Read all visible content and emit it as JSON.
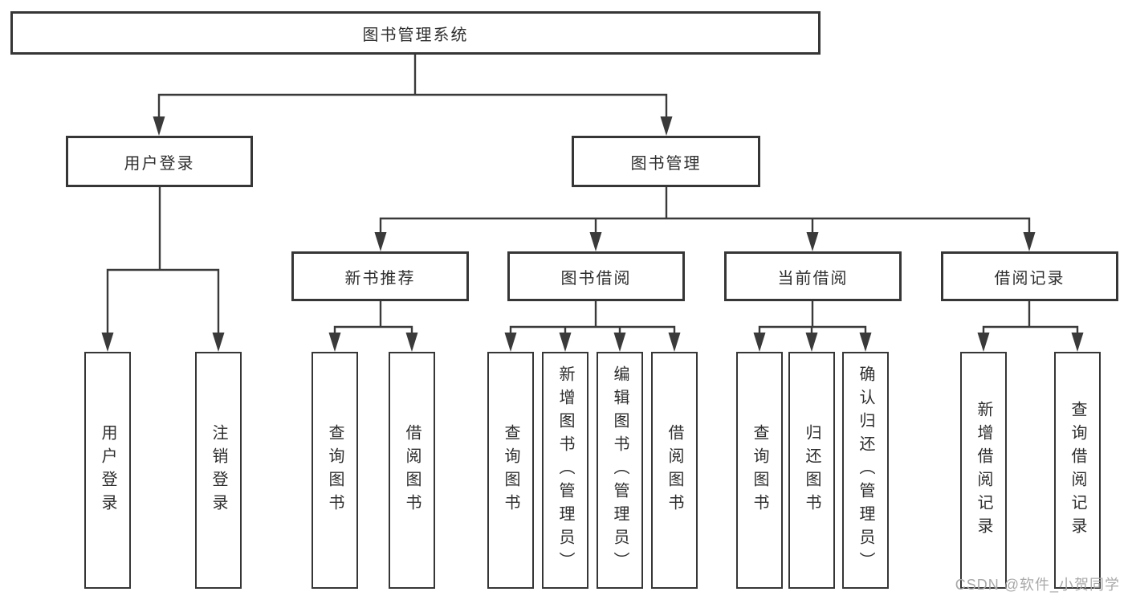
{
  "diagram": {
    "root": {
      "label": "图书管理系统"
    },
    "user_login": {
      "label": "用户登录",
      "children": [
        "用户登录",
        "注销登录"
      ]
    },
    "book_management": {
      "label": "图书管理"
    },
    "new_books": {
      "label": "新书推荐",
      "children": [
        "查询图书",
        "借阅图书"
      ]
    },
    "book_borrow": {
      "label": "图书借阅",
      "children": [
        "查询图书",
        "新增图书（管理员）",
        "编辑图书（管理员）",
        "借阅图书"
      ]
    },
    "current_borrow": {
      "label": "当前借阅",
      "children": [
        "查询图书",
        "归还图书",
        "确认归还（管理员）"
      ]
    },
    "borrow_records": {
      "label": "借阅记录",
      "children": [
        "新增借阅记录",
        "查询借阅记录"
      ]
    }
  },
  "watermark": {
    "text": "CSDN @软件_小贺同学"
  },
  "colors": {
    "line": "#3a3a3a",
    "border": "#363636",
    "text": "#2e2e2e",
    "watermark": "#a9a9a9",
    "background": "#ffffff"
  }
}
